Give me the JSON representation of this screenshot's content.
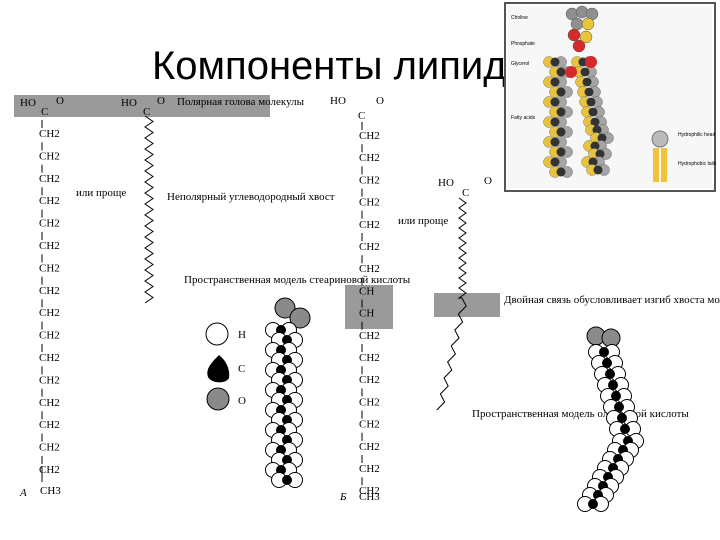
{
  "title": "Компоненты липидов",
  "stearic": {
    "head_ho": "HO",
    "head_o": "O",
    "head_c": "C",
    "chain": [
      "CH2",
      "CH2",
      "CH2",
      "CH2",
      "CH2",
      "CH2",
      "CH2",
      "CH2",
      "CH2",
      "CH2",
      "CH2",
      "CH2",
      "CH2",
      "CH2",
      "CH2",
      "CH2"
    ],
    "terminal": "CH3",
    "simpler": "или проще",
    "polar_head": "Полярная голова молекулы",
    "nonpolar_tail": "Неполярный углеводородный хвост",
    "model_caption": "Пространственная модель стеариновой кислоты",
    "panel_letter": "A"
  },
  "legend": {
    "h": "H",
    "c": "C",
    "o": "O"
  },
  "oleic": {
    "head_ho": "HO",
    "head_o": "O",
    "head_c": "C",
    "chain_top": [
      "CH2",
      "CH2",
      "CH2",
      "CH2",
      "CH2",
      "CH2",
      "CH2"
    ],
    "double_bond": [
      "CH",
      "CH"
    ],
    "chain_bottom": [
      "CH2",
      "CH2",
      "CH2",
      "CH2",
      "CH2",
      "CH2",
      "CH2",
      "CH2"
    ],
    "terminal": "CH3",
    "simpler": "или проще",
    "double_bond_note": "Двойная связь обусловливает изгиб хвоста молекулы",
    "model_caption": "Пространственная модель олеиновой кислоты",
    "panel_letter": "Б"
  },
  "inset": {
    "labels": [
      "Choline",
      "Phosphate",
      "Glycerol",
      "Fatty acids"
    ],
    "right_labels": [
      "Hydrophilic head",
      "Hydrophobic tails"
    ]
  }
}
